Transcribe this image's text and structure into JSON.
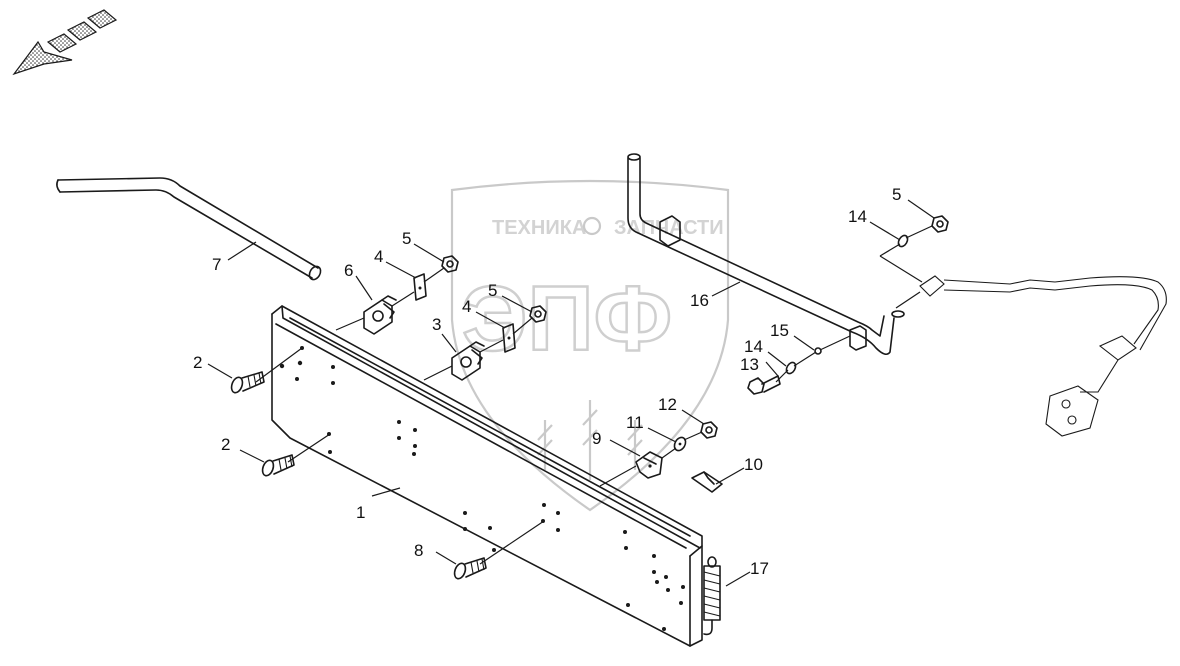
{
  "watermark": {
    "line1": "ТЕХНИКА",
    "line2": "ЗАПЧАСТИ",
    "logo": "ЭПФ"
  },
  "callouts": [
    {
      "id": "c-1",
      "text": "1"
    },
    {
      "id": "c-2a",
      "text": "2"
    },
    {
      "id": "c-2b",
      "text": "2"
    },
    {
      "id": "c-3",
      "text": "3"
    },
    {
      "id": "c-4a",
      "text": "4"
    },
    {
      "id": "c-4b",
      "text": "4"
    },
    {
      "id": "c-5a",
      "text": "5"
    },
    {
      "id": "c-5b",
      "text": "5"
    },
    {
      "id": "c-5c",
      "text": "5"
    },
    {
      "id": "c-6",
      "text": "6"
    },
    {
      "id": "c-7",
      "text": "7"
    },
    {
      "id": "c-8",
      "text": "8"
    },
    {
      "id": "c-9",
      "text": "9"
    },
    {
      "id": "c-10",
      "text": "10"
    },
    {
      "id": "c-11",
      "text": "11"
    },
    {
      "id": "c-12",
      "text": "12"
    },
    {
      "id": "c-13",
      "text": "13"
    },
    {
      "id": "c-14a",
      "text": "14"
    },
    {
      "id": "c-14b",
      "text": "14"
    },
    {
      "id": "c-15",
      "text": "15"
    },
    {
      "id": "c-16",
      "text": "16"
    },
    {
      "id": "c-17",
      "text": "17"
    }
  ]
}
